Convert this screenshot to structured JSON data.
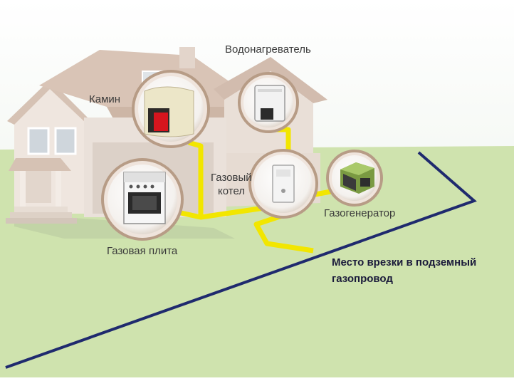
{
  "labels": {
    "fireplace": "Камин",
    "water_heater": "Водонагреватель",
    "boiler_line1": "Газовый",
    "boiler_line2": "котел",
    "generator": "Газогенератор",
    "stove": "Газовая плита",
    "tie_in_line1": "Место врезки в подземный",
    "tie_in_line2": "газопровод"
  },
  "colors": {
    "sky": "#eef3ee",
    "ground": "#cfe3ae",
    "pipe": "#f2e600",
    "underground_line": "#1f2a6e",
    "roof": "#d9c4b6",
    "walls": "#efe6df"
  },
  "icons": [
    "fireplace-icon",
    "water-heater-icon",
    "gas-boiler-icon",
    "gas-generator-icon",
    "gas-stove-icon"
  ]
}
